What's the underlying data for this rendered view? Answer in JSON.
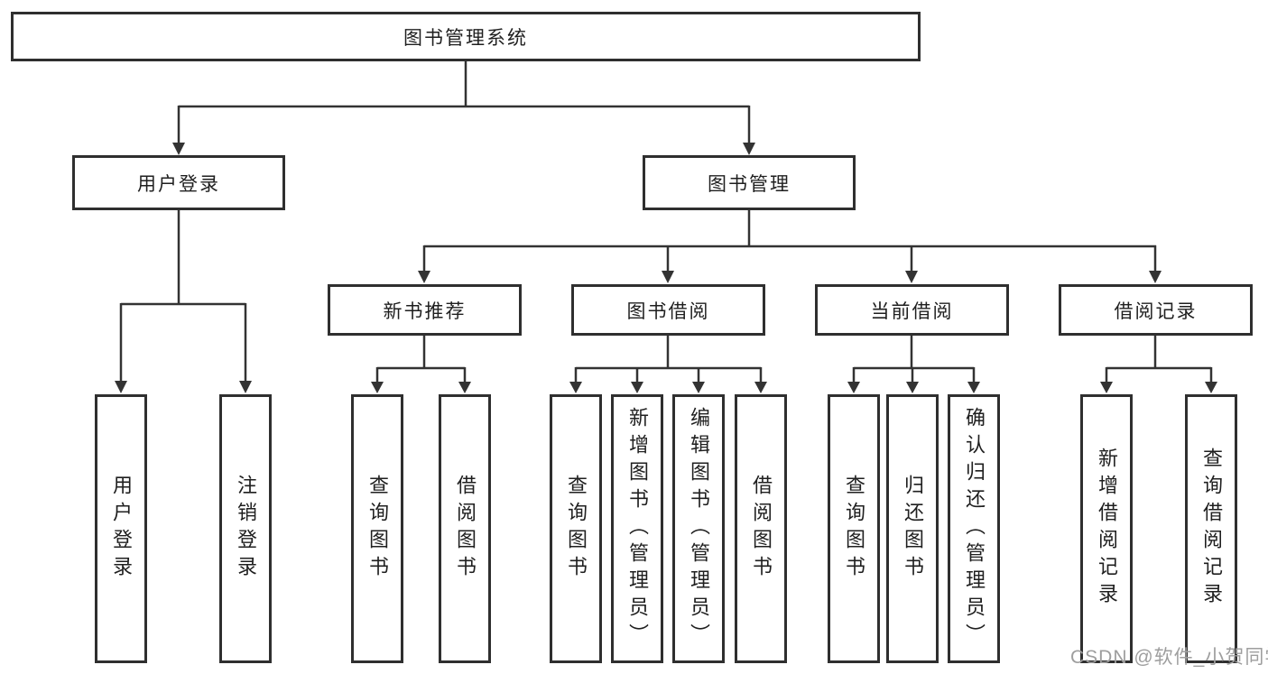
{
  "diagram": {
    "title": "图书管理系统",
    "root": {
      "label": "图书管理系统"
    },
    "level2": {
      "user_login": {
        "label": "用户登录"
      },
      "book_manage": {
        "label": "图书管理"
      }
    },
    "level3": {
      "new_books": {
        "label": "新书推荐"
      },
      "book_borrow": {
        "label": "图书借阅"
      },
      "current_borrow": {
        "label": "当前借阅"
      },
      "borrow_records": {
        "label": "借阅记录"
      }
    },
    "leaves": {
      "user": [
        "用户登录",
        "注销登录"
      ],
      "newbook": [
        "查询图书",
        "借阅图书"
      ],
      "borrow": [
        "查询图书",
        "新增图书（管理员）",
        "编辑图书（管理员）",
        "借阅图书"
      ],
      "current": [
        "查询图书",
        "归还图书",
        "确认归还（管理员）"
      ],
      "records": [
        "新增借阅记录",
        "查询借阅记录"
      ]
    }
  },
  "watermark": {
    "text": "CSDN @软件_小贺同学"
  },
  "colors": {
    "line": "#333333",
    "box_border": "#2f2f2f",
    "text": "#1f1f1f",
    "watermark": "#9e9e9e",
    "background": "#ffffff"
  }
}
